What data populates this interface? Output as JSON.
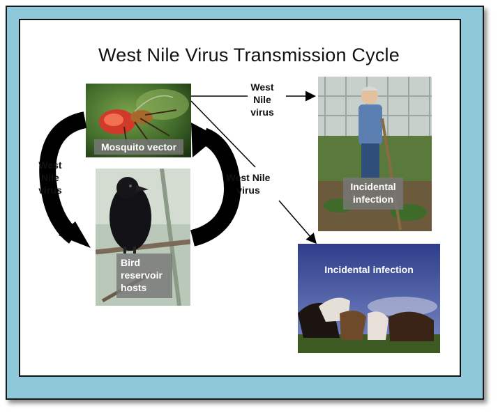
{
  "title": "West Nile Virus Transmission Cycle",
  "mosquito": {
    "label": "Mosquito vector"
  },
  "bird": {
    "label_lines": [
      "Bird",
      "reservoir",
      "hosts"
    ]
  },
  "human": {
    "label_lines": [
      "Incidental",
      "infection"
    ]
  },
  "horses": {
    "label": "Incidental infection"
  },
  "arrow_labels": {
    "top_right": [
      "West",
      "Nile",
      "virus"
    ],
    "left": [
      "West",
      "Nile",
      "virus"
    ],
    "middle": [
      "West Nile",
      "virus"
    ]
  },
  "colors": {
    "frame": "#8fc8d8",
    "panel": "#ffffff",
    "label_box": "#787878",
    "arrow": "#000000"
  }
}
